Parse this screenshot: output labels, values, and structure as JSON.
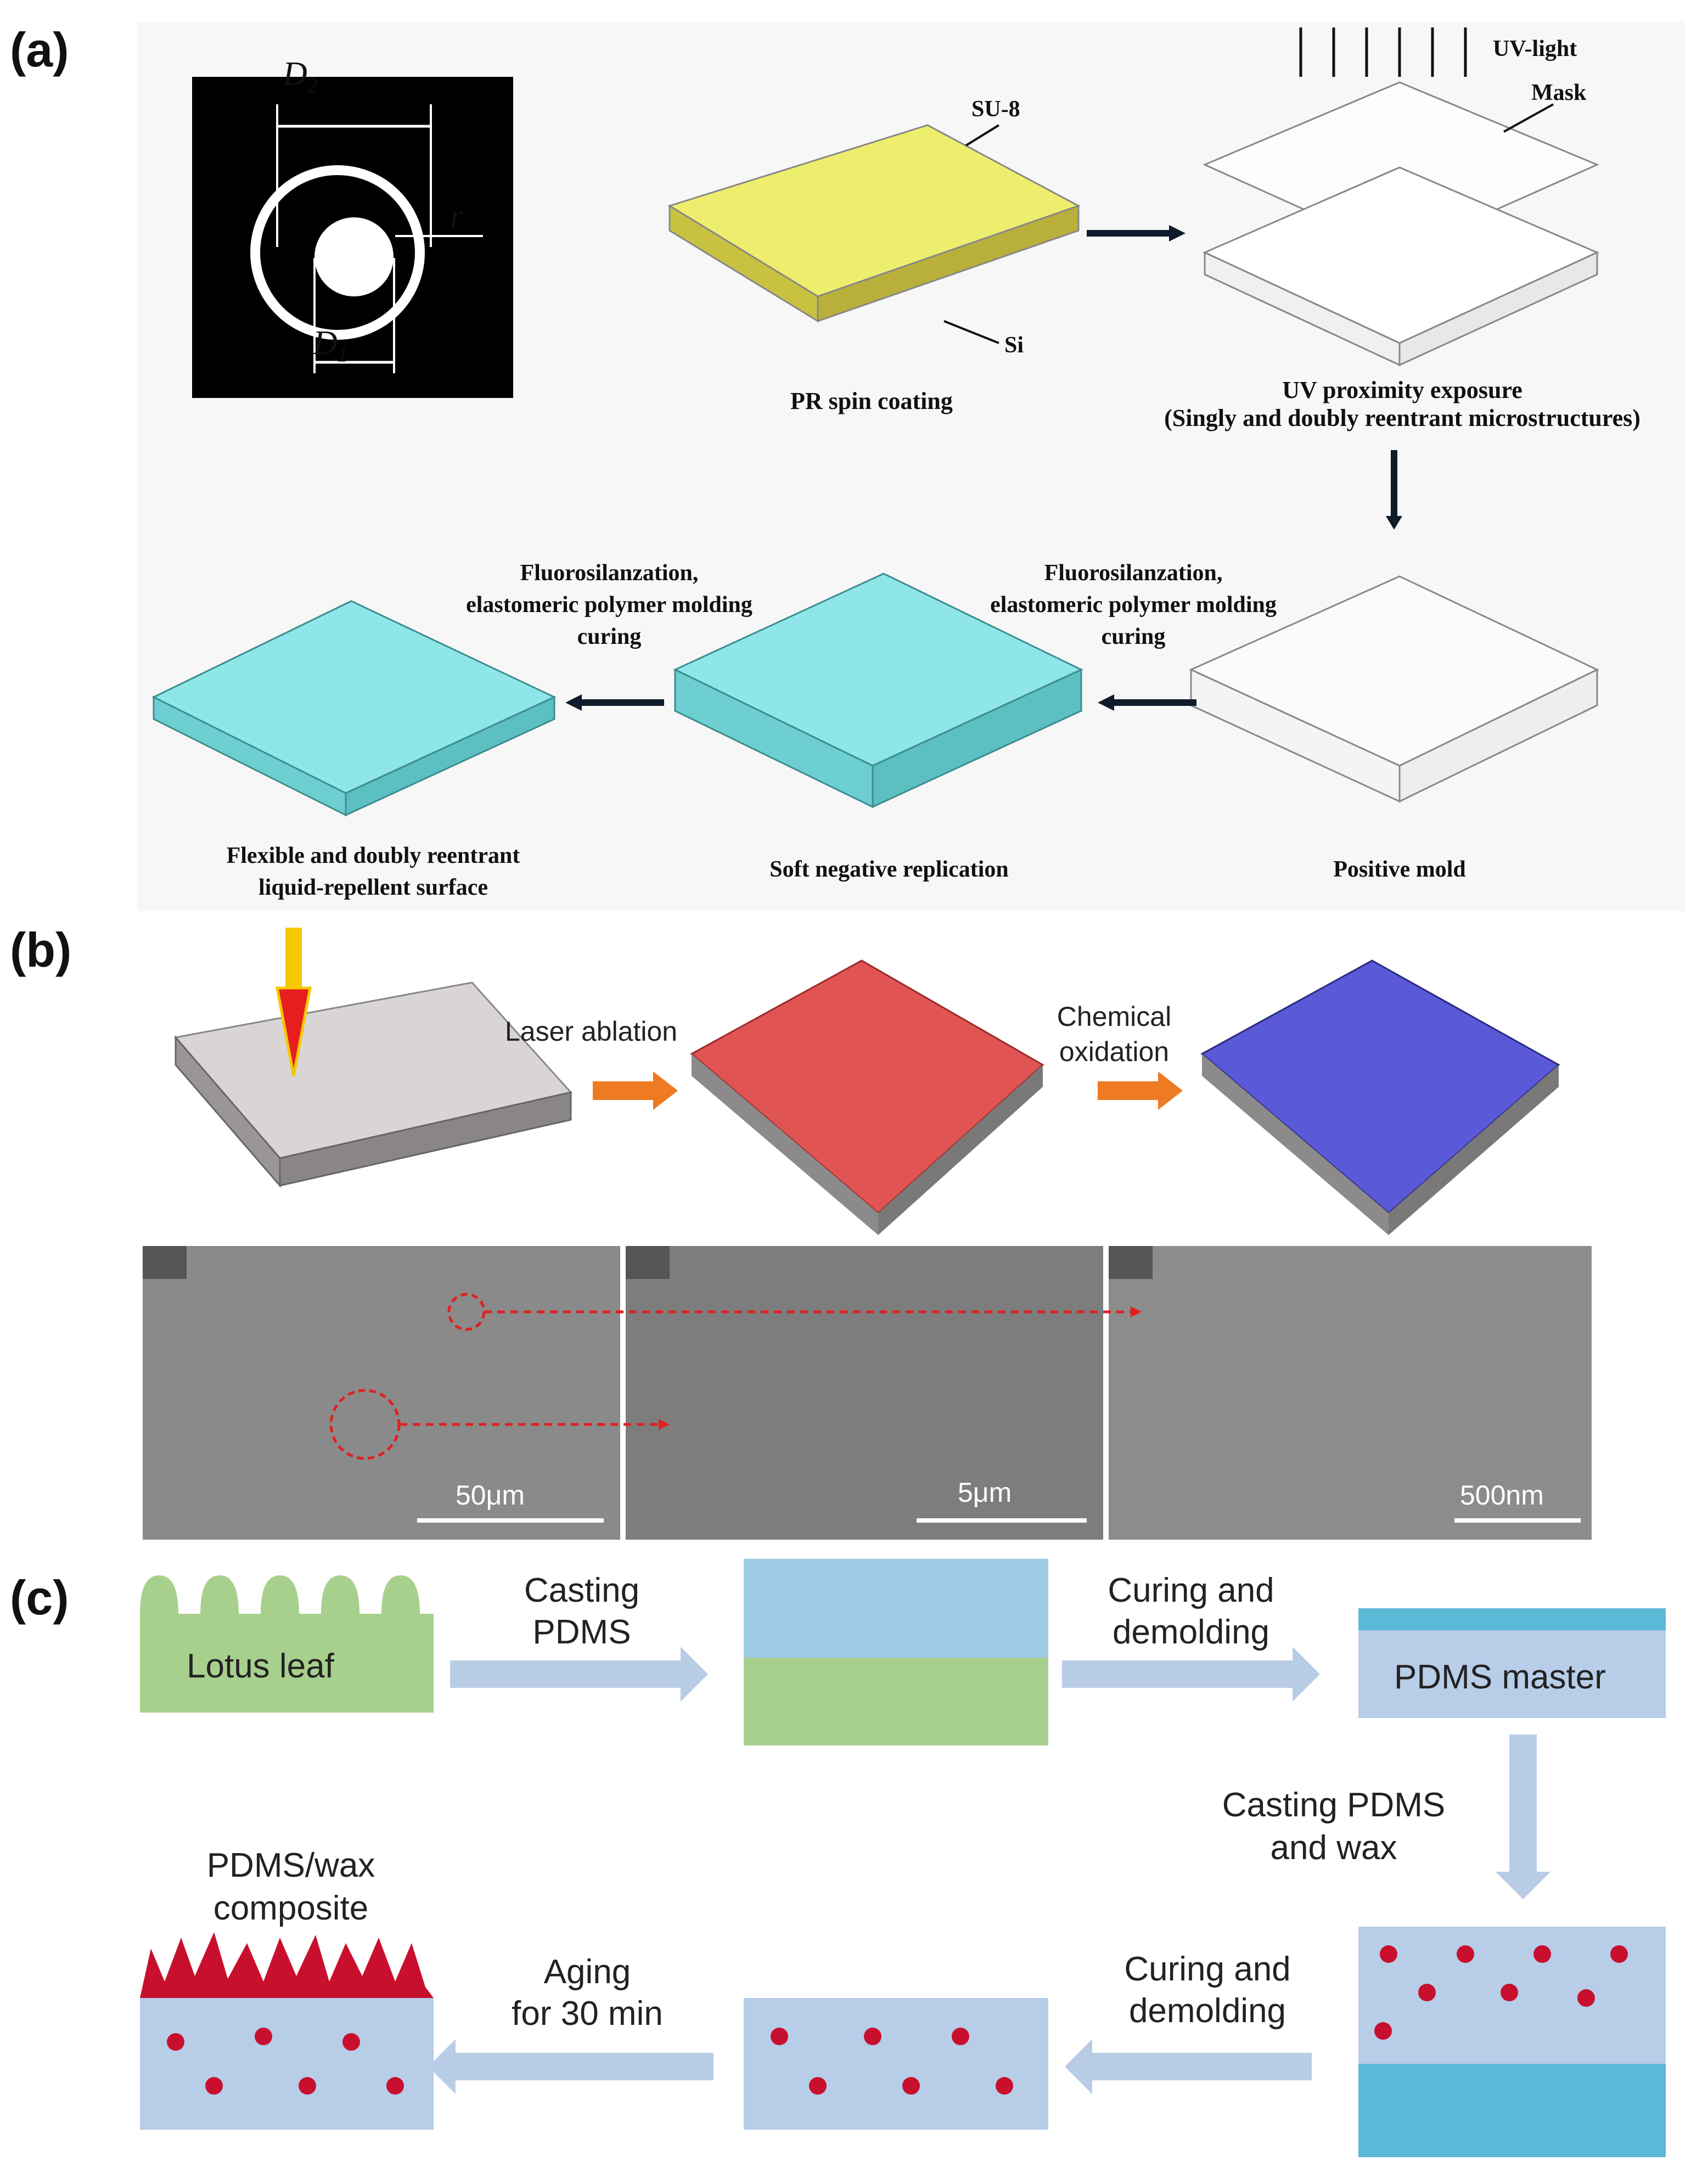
{
  "panels": {
    "a": {
      "label": "(a)",
      "mask_labels": {
        "d2": "D",
        "d2_sub": "2",
        "d1": "D",
        "d1_sub": "1",
        "r": "r"
      },
      "su8": "SU-8",
      "si": "Si",
      "pr_spin": "PR spin coating",
      "uv_light": "UV-light",
      "mask": "Mask",
      "uv_exposure_1": "UV proximity exposure",
      "uv_exposure_2": "(Singly and doubly reentrant microstructures)",
      "step_left_1": "Fluorosilanzation,",
      "step_left_2": "elastomeric polymer molding",
      "step_left_3": "curing",
      "step_right_1": "Fluorosilanzation,",
      "step_right_2": "elastomeric polymer molding",
      "step_right_3": "curing",
      "flexible_1": "Flexible and doubly reentrant",
      "flexible_2": "liquid-repellent surface",
      "soft_neg": "Soft negative replication",
      "positive": "Positive mold"
    },
    "b": {
      "label": "(b)",
      "laser": "Laser ablation",
      "chem_1": "Chemical",
      "chem_2": "oxidation",
      "scale_1": "50μm",
      "scale_2": "5μm",
      "scale_3": "500nm"
    },
    "c": {
      "label": "(c)",
      "lotus": "Lotus leaf",
      "casting_1": "Casting",
      "casting_2": "PDMS",
      "curing_1a": "Curing and",
      "curing_1b": "demolding",
      "pdms_master": "PDMS master",
      "casting_wax_1": "Casting PDMS",
      "casting_wax_2": "and wax",
      "curing_2a": "Curing and",
      "curing_2b": "demolding",
      "aging_1": "Aging",
      "aging_2": "for 30 min",
      "composite_1": "PDMS/wax",
      "composite_2": "composite"
    }
  },
  "colors": {
    "su8_yellow": "#EEEE6E",
    "cyan": "#8FE6E8",
    "gold": "#F2B416",
    "red_bump": "#E05454",
    "blue_bump": "#5A5AD8",
    "lotus_green": "#A8D08D",
    "pdms_blue": "#B7CDE8",
    "arrow_blue": "#B9CCE6",
    "arrow_orange": "#EE7A22",
    "wax_red": "#C8102E"
  }
}
